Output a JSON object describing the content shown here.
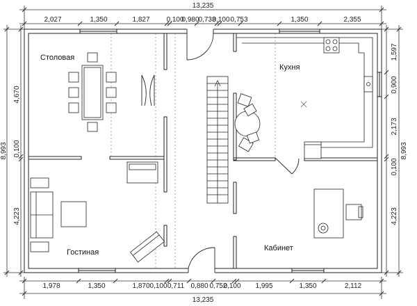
{
  "rooms": {
    "dining": "Столовая",
    "kitchen": "Кухня",
    "living": "Гостиная",
    "office": "Кабинет"
  },
  "overall": {
    "top": "13,235",
    "bottom": "13,235",
    "left": "8,993",
    "right": "8,993"
  },
  "top_dims": [
    "2,027",
    "1,350",
    "1,827",
    "0,100",
    "0,980",
    "0,733",
    "0,100",
    "0,753",
    "1,350",
    "2,355"
  ],
  "bottom_dims": [
    "1,978",
    "1,350",
    "1,870",
    "0,100",
    "0,711",
    "0,880",
    "0,752",
    "0,100",
    "1,995",
    "1,350",
    "2,112"
  ],
  "left_dims": [
    "4,670",
    "0,100",
    "4,223"
  ],
  "right_dims": [
    "1,597",
    "0,900",
    "2,173",
    "0,100",
    "4,223"
  ]
}
